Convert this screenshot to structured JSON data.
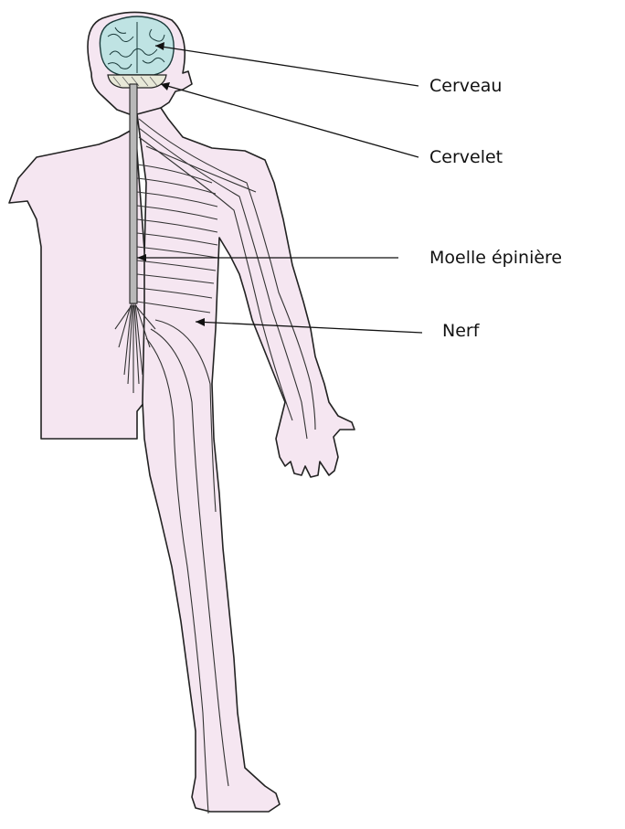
{
  "labels": {
    "brain": "Cerveau",
    "cerebellum": "Cervelet",
    "spinal_cord": "Moelle épinière",
    "nerve": "Nerf"
  },
  "colors": {
    "body_fill": "#f5e6f1",
    "brain_fill": "#bfe3e3",
    "spinal_cord_fill": "#b8b8b8",
    "outline": "#222222"
  }
}
